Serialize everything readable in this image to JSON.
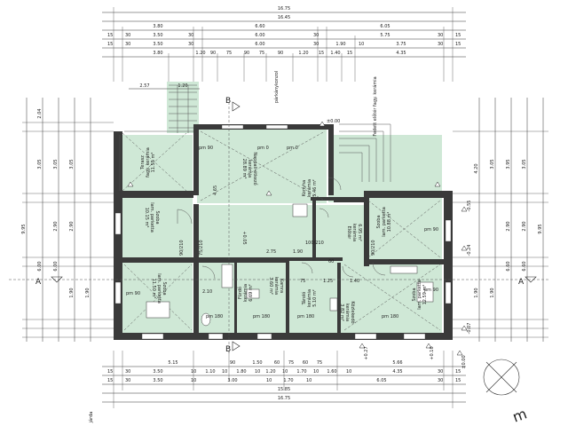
{
  "top_dims": {
    "total": "16.75",
    "row2": "16.45",
    "row3": [
      "3.80",
      "6.60",
      "6.05"
    ],
    "row4": [
      "15",
      "30",
      "3.50",
      "30",
      "6.00",
      "30",
      "5.75",
      "30",
      "15"
    ],
    "row5": [
      "15",
      "30",
      "3.50",
      "30",
      "6.00",
      "30",
      "1.90",
      "10",
      "3.75",
      "30",
      "15"
    ],
    "row6": [
      "3.80",
      "1.20",
      "90",
      "75",
      "90",
      "75",
      "90",
      "1.20",
      "15",
      "1.40",
      "15",
      "4.35"
    ]
  },
  "bottom_dims": {
    "row1": [
      "5.15",
      "90",
      "1.50",
      "60",
      "75",
      "60",
      "75",
      "5.66"
    ],
    "row2": [
      "15",
      "30",
      "3.50",
      "10",
      "1.10",
      "10",
      "1.80",
      "10",
      "1.20",
      "10",
      "1.70",
      "10",
      "1.60",
      "10",
      "4.35",
      "30",
      "15"
    ],
    "row3": [
      "15",
      "30",
      "3.50",
      "10",
      "3.00",
      "10",
      "1.70",
      "10",
      "6.05",
      "30",
      "15"
    ],
    "row4": "15.85",
    "total": "16.75"
  },
  "side_dims": {
    "left_outer": "9.95",
    "right_outer": "9.95",
    "left_values": [
      "2.04",
      "3.05",
      "3.05",
      "3.05",
      "2.90",
      "2.90",
      "6.00",
      "6.00",
      "1.90",
      "1.90"
    ],
    "right_values": [
      "4.20",
      "3.95",
      "3.05",
      "3.05",
      "2.90",
      "2.90",
      "6.60",
      "6.60",
      "1.90",
      "1.90"
    ]
  },
  "rooms": [
    {
      "name": "Terasz",
      "material": "fagy. kerámia",
      "area": "11.55 m²"
    },
    {
      "name": "Nappali-étkező",
      "material": "kerámia",
      "area": "28.89 m²"
    },
    {
      "name": "Konyha",
      "material": "kerámia",
      "area": "5.46 m²"
    },
    {
      "name": "Szoba",
      "material": "lam. parketta",
      "area": "10.15 m²"
    },
    {
      "name": "Szoba",
      "material": "lam. parketta",
      "area": "10.88 m²"
    },
    {
      "name": "Előtér",
      "material": "kerámia",
      "area": "6.95 m²"
    },
    {
      "name": "Szoba",
      "material": "lam. parketta",
      "area": "11.50 m²"
    },
    {
      "name": "Fürdő",
      "material": "kerámia",
      "area": "6.69 m²"
    },
    {
      "name": "Kamra",
      "material": "kerámia",
      "area": "3.60 m²"
    },
    {
      "name": "Tároló",
      "material": "kerámia",
      "area": "5.10 m²"
    },
    {
      "name": "Közlekedő",
      "material": "kerámia",
      "area": "3.82 m²"
    },
    {
      "name": "Szoba",
      "material": "lam. parketta",
      "area": "12.59 m²"
    }
  ],
  "labels": {
    "section_top": "B",
    "section_bottom": "B",
    "section_left": "A",
    "section_right": "A",
    "dim_257": "2.57",
    "dim_120": "1.20",
    "covered_entry": "Fedett előtér fagy. kerámia",
    "parapet_text": "párkánykonzol",
    "bottom_left_text": "járda",
    "level_top": "±0.00",
    "level_right1": "-0.55",
    "level_right2": "-0.24",
    "level_right3": "-0.07",
    "level_bottom1": "+0.27",
    "level_bottom2": "+0.10",
    "level_bottom3": "±0.00",
    "level_center": "+0.05",
    "corner_text": "m"
  },
  "marks": {
    "pm90": "pm 90",
    "pm0": "pm 0",
    "pm180": "pm 180",
    "d90_210": "90/210",
    "d75_210": "75/210",
    "d100_210": "100/210",
    "h465": "4.65",
    "h275": "2.75",
    "h190": "1.90",
    "h210": "2.10",
    "h125": "1.25",
    "h140": "1.40",
    "h75": "75",
    "h60": "60"
  }
}
